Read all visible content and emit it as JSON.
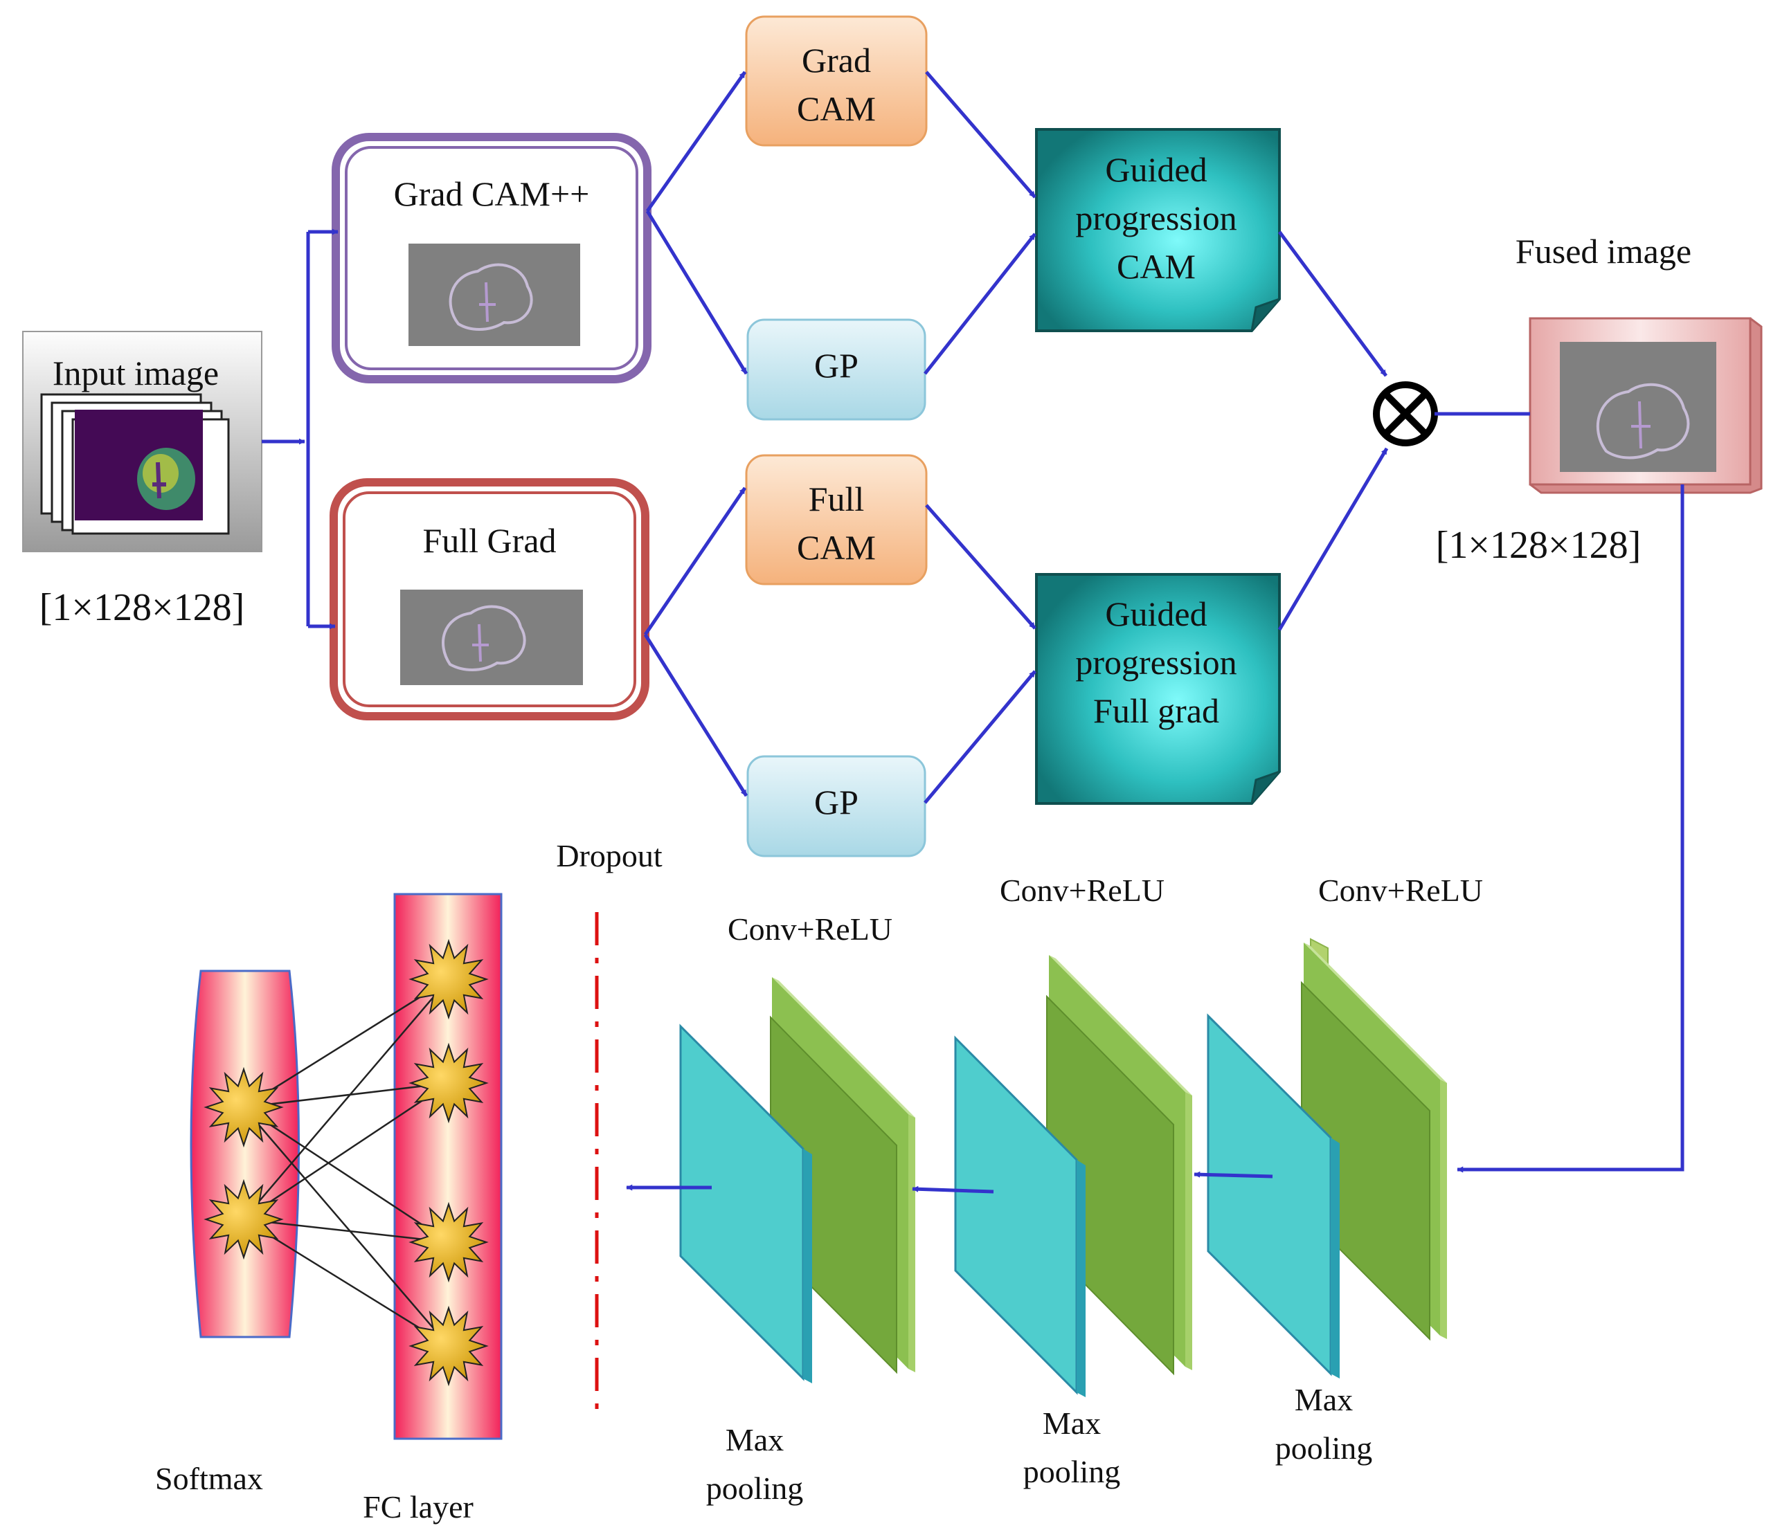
{
  "input": {
    "title": "Input  image",
    "dims": "[1×128×128]"
  },
  "gradcampp": {
    "title": "Grad CAM++"
  },
  "fullgrad": {
    "title": "Full  Grad"
  },
  "gradcam": {
    "line1": "Grad",
    "line2": "CAM"
  },
  "gp_top": {
    "label": "GP"
  },
  "fullcam": {
    "line1": "Full",
    "line2": "CAM"
  },
  "gp_bottom": {
    "label": "GP"
  },
  "guided_top": {
    "line1": "Guided",
    "line2": "progression",
    "line3": "CAM"
  },
  "guided_bottom": {
    "line1": "Guided",
    "line2": "progression",
    "line3": "Full  grad"
  },
  "fused": {
    "title": "Fused image",
    "dims": "[1×128×128]"
  },
  "cnn": {
    "conv_labels": [
      "Conv+ReLU",
      "Conv+ReLU",
      "Conv+ReLU"
    ],
    "pool_labels": [
      {
        "line1": "Max",
        "line2": "pooling"
      },
      {
        "line1": "Max",
        "line2": "pooling"
      },
      {
        "line1": "Max",
        "line2": "pooling"
      }
    ],
    "dropout": "Dropout",
    "fc_label": "FC layer",
    "softmax_label": "Softmax"
  },
  "colors": {
    "arrow": "#3333cc",
    "teal": "#1a8c8c",
    "conv_green": "#7aad3c",
    "pool_cyan": "#4fcdcd",
    "dropout_red": "#dd1111",
    "star": "#d4a000"
  }
}
